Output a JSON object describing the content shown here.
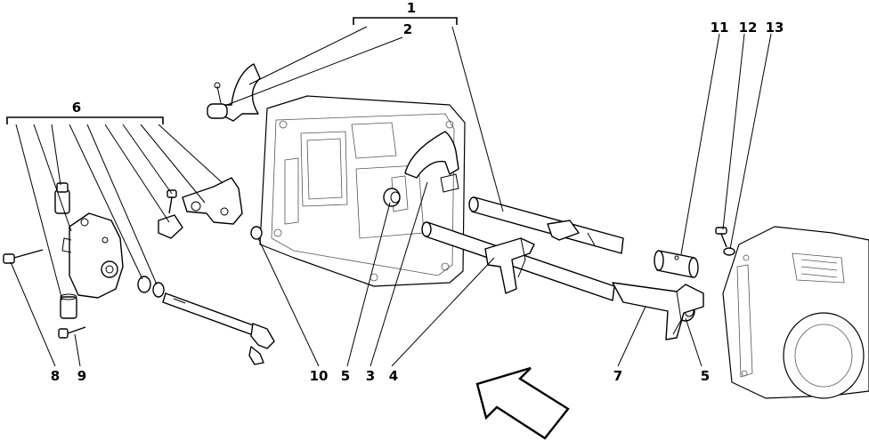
{
  "callouts": {
    "c1": "1",
    "c2": "2",
    "c3": "3",
    "c4": "4",
    "c5a": "5",
    "c5b": "5",
    "c6": "6",
    "c7": "7",
    "c8": "8",
    "c9": "9",
    "c10": "10",
    "c11": "11",
    "c12": "12",
    "c13": "13"
  },
  "colors": {
    "line": "#000000",
    "background": "#ffffff"
  }
}
